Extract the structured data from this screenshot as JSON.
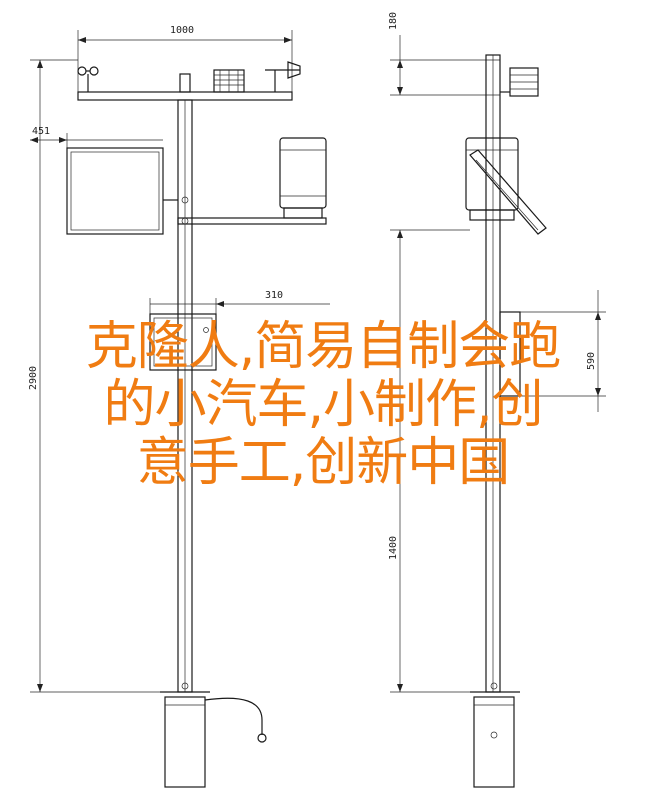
{
  "front_view": {
    "dims": {
      "crossarm_width": "1000",
      "panel_width": "451",
      "box_width": "310",
      "total_height": "2900"
    }
  },
  "side_view": {
    "dims": {
      "top_offset": "180",
      "box_height": "590",
      "lower_height": "1400"
    }
  },
  "overlay": {
    "line1": "克隆人,简易自制会跑",
    "line2": "的小汽车,小制作,创",
    "line3": "意手工,创新中国"
  },
  "colors": {
    "overlay_text": "#f07c12",
    "line": "#1a1a1a",
    "background": "#ffffff"
  }
}
